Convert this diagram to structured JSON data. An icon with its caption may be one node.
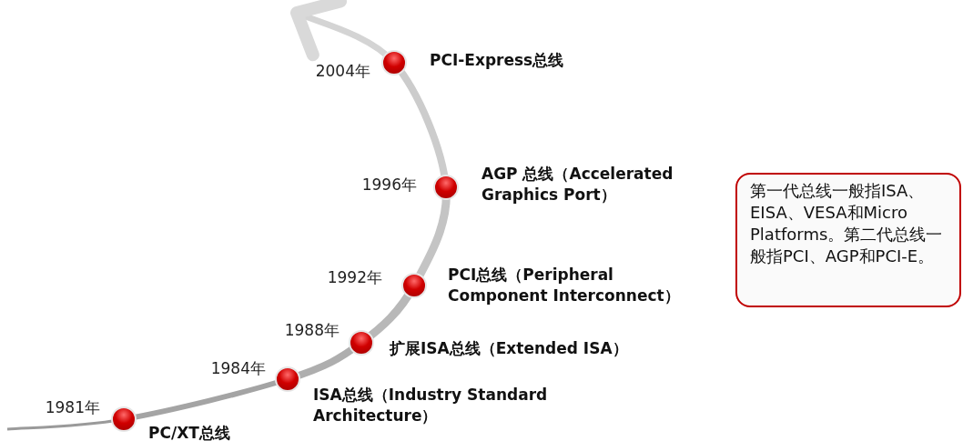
{
  "diagram": {
    "nodes": [
      {
        "text": [
          "PC/XT总线"
        ],
        "beside": [
          "1981年"
        ]
      },
      {
        "text": [
          "ISA总线（Industry Standard Architecture）"
        ],
        "beside": [
          "1984年"
        ]
      },
      {
        "text": [
          "扩展ISA总线（Extended ISA）"
        ],
        "beside": [
          "1988年"
        ]
      },
      {
        "text": [
          "PCI总线（Peripheral Component Interconnect）"
        ],
        "beside": [
          "1992年"
        ]
      },
      {
        "text": [
          "AGP 总线（Accelerated Graphics Port）"
        ],
        "beside": [
          "1996年"
        ]
      },
      {
        "text": [
          "PCI-Express总线"
        ],
        "beside": [
          "2004年"
        ]
      },
      {
        "text": [
          "第一代总线一般指ISA、EISA、VESA和Micro Platforms。第二代总线一般指PCI、AGP和PCI-E。"
        ]
      }
    ],
    "edges": [
      {
        "from": null,
        "to": 0,
        "arrow": "none"
      },
      {
        "from": 0,
        "to": 1,
        "arrow": "none"
      },
      {
        "from": 1,
        "to": 2,
        "arrow": "none"
      },
      {
        "from": 2,
        "to": 3,
        "arrow": "none"
      },
      {
        "from": 3,
        "to": 4,
        "arrow": "none"
      },
      {
        "from": 4,
        "to": 5,
        "arrow": "none"
      },
      {
        "from": 5,
        "to": null,
        "arrow": "to"
      }
    ]
  }
}
